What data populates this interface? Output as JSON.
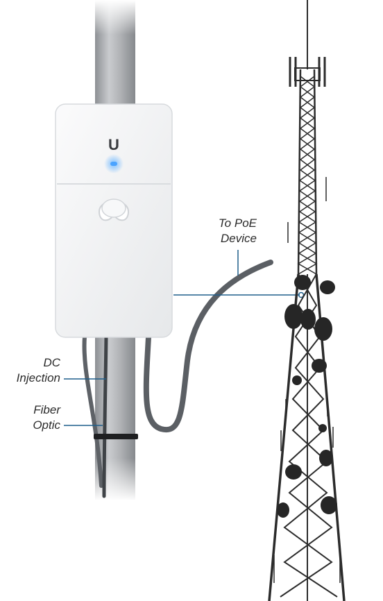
{
  "labels": {
    "poe_line1": "To PoE",
    "poe_line2": "Device",
    "dc_line1": "DC",
    "dc_line2": "Injection",
    "fiber_line1": "Fiber",
    "fiber_line2": "Optic"
  },
  "device": {
    "logo_text": "U",
    "led_color": "#4aa3ff"
  },
  "colors": {
    "callout_line": "#1f5f8b",
    "pole": "#a9acb0",
    "enclosure": "#f4f5f6",
    "cable": "#5b5f64",
    "tower": "#2b2b2b"
  }
}
